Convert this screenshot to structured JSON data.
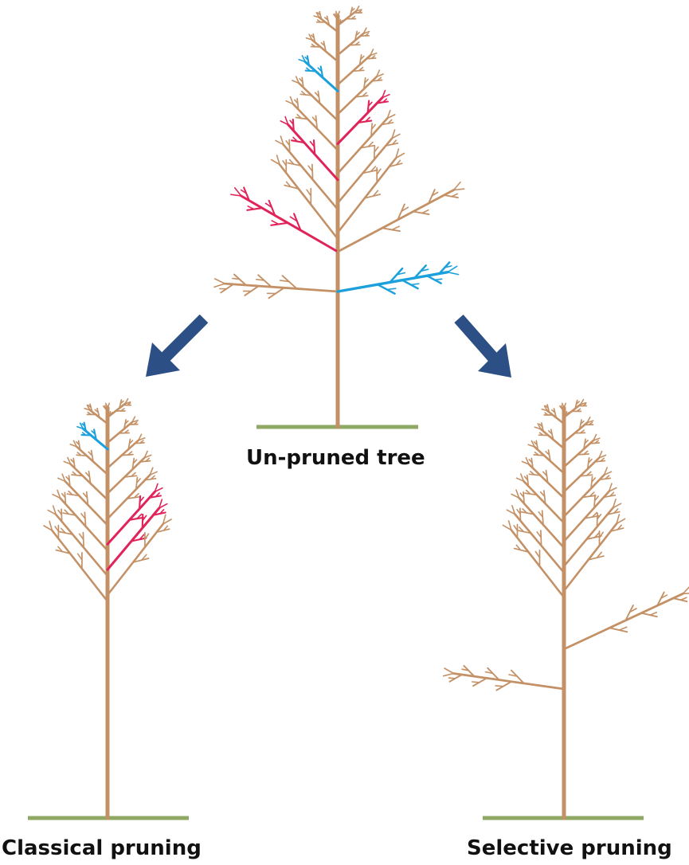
{
  "labels": {
    "unpruned": "Un-pruned tree",
    "classical": "Classical pruning",
    "selective": "Selective pruning"
  },
  "colors": {
    "wood": "#c49166",
    "trunk": "#c49166",
    "blue_branch": "#1ca0dc",
    "red_branch": "#e0245a",
    "ground": "#8fa863",
    "arrow": "#2c4f86",
    "background": "#ffffff"
  }
}
